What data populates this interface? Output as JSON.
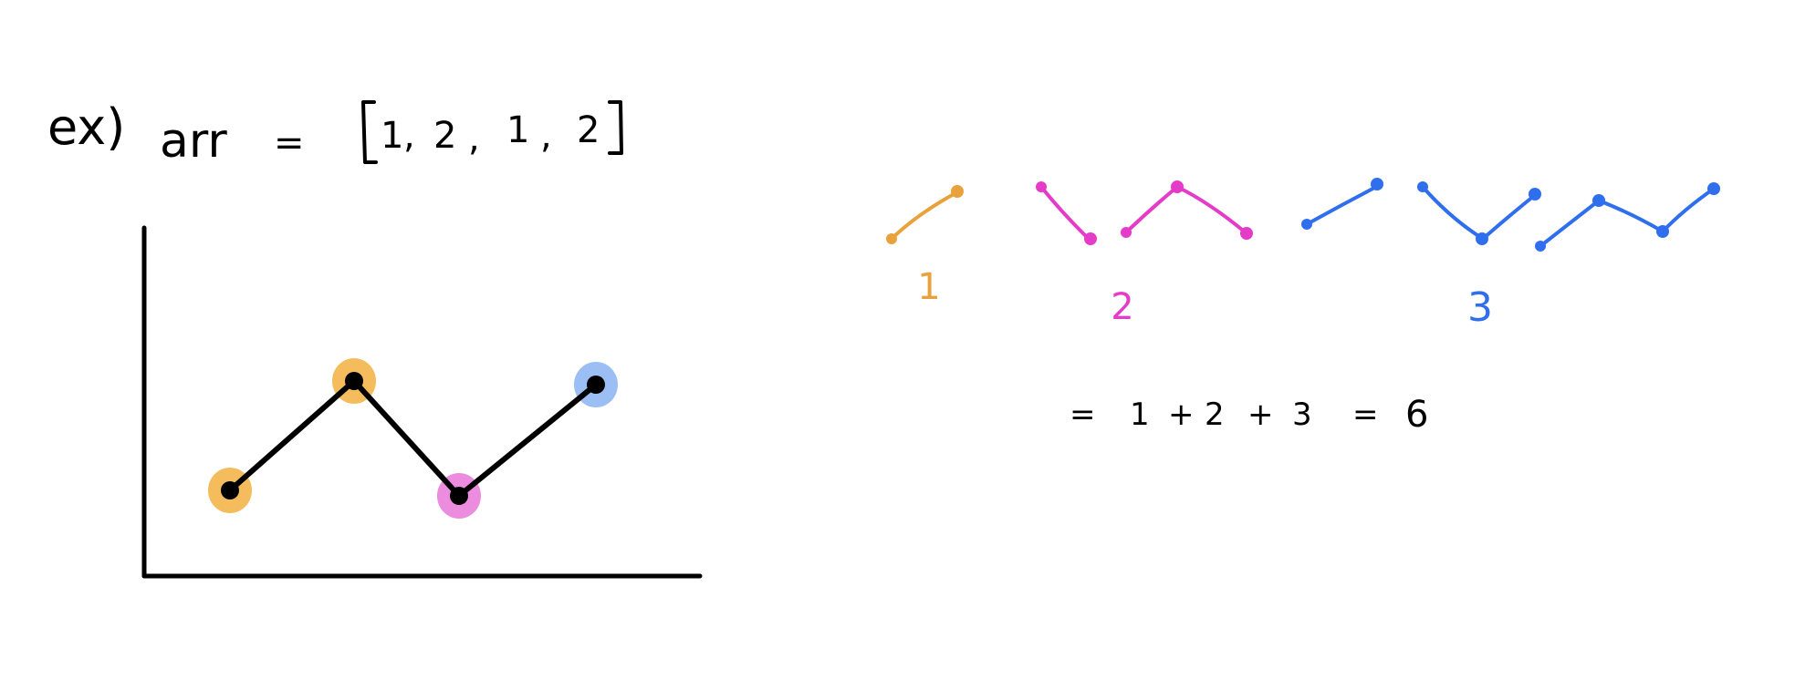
{
  "example": {
    "prefix": "ex)",
    "variable": "arr",
    "equals": "=",
    "values": [
      "1",
      "2",
      "1",
      "2"
    ]
  },
  "graph": {
    "points": [
      1,
      2,
      1,
      2
    ],
    "highlight_colors": [
      "#f2b040",
      "#f2b040",
      "#e878d8",
      "#8ab4f2"
    ]
  },
  "groups": [
    {
      "label": "1",
      "color": "#e9a23b"
    },
    {
      "label": "2",
      "color": "#e43bc8"
    },
    {
      "label": "3",
      "color": "#2f6fee"
    }
  ],
  "equation": {
    "tokens": [
      "=",
      "1",
      "+",
      "2",
      "+",
      "3",
      "=",
      "6"
    ]
  },
  "colors": {
    "ink": "#000000",
    "orange": "#e9a23b",
    "pink": "#e43bc8",
    "blue": "#2f6fee"
  }
}
